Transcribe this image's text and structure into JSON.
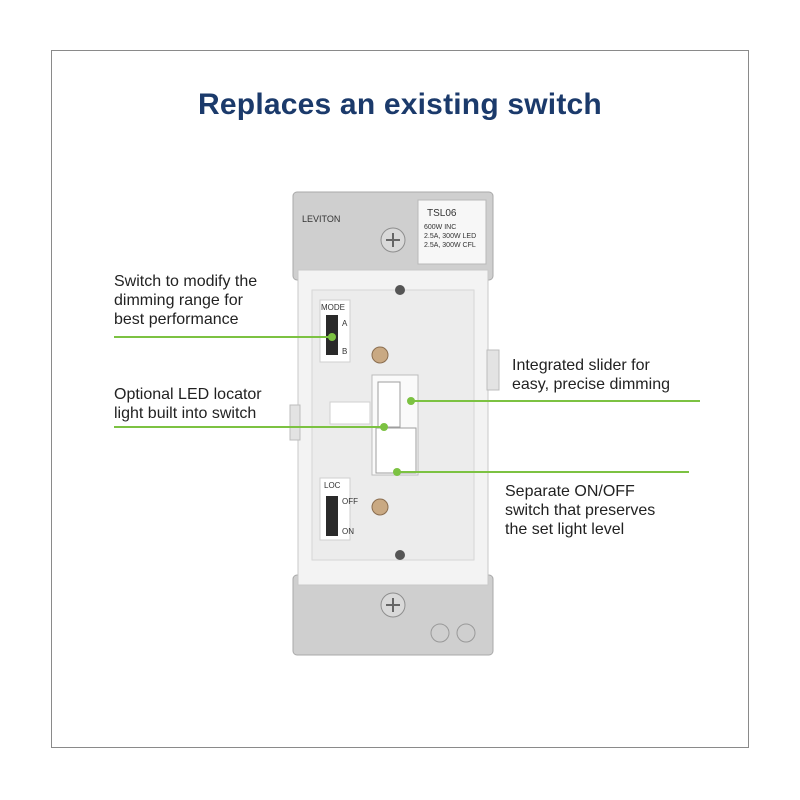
{
  "title": "Replaces an existing switch",
  "callouts": {
    "range_switch": [
      "Switch to modify the",
      "dimming range for",
      "best performance"
    ],
    "led_locator": [
      "Optional LED locator",
      "light built into switch"
    ],
    "slider": [
      "Integrated slider for",
      "easy, precise dimming"
    ],
    "on_off": [
      "Separate ON/OFF",
      "switch that preserves",
      "the set light level"
    ]
  },
  "device_label": {
    "model": "TSL06",
    "lines": [
      "600W INC",
      "2.5A, 300W LED",
      "2.5A, 300W CFL"
    ]
  },
  "device_marks": {
    "mode": "MODE",
    "mode_a": "A",
    "mode_b": "B",
    "loc": "LOC",
    "off": "OFF",
    "on": "ON",
    "brand": "LEVITON"
  },
  "colors": {
    "title": "#1b3a6b",
    "leader": "#7cc242",
    "strap": "#cfcfcf",
    "body": "#f4f4f4"
  }
}
